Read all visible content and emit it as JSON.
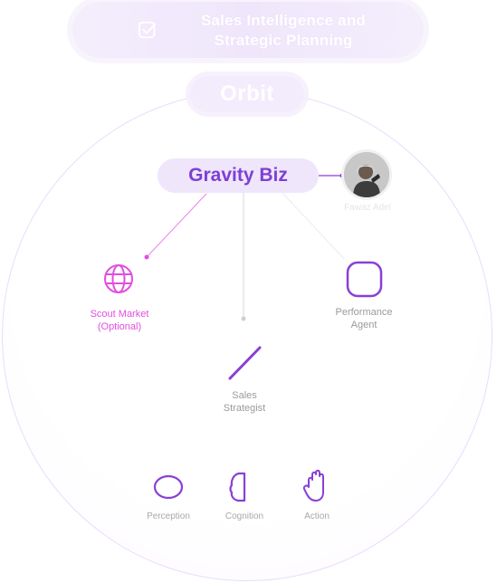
{
  "banner": {
    "title": "Sales Intelligence and Strategic Planning",
    "icon": "checkbox-icon"
  },
  "orbit": {
    "label": "Orbit"
  },
  "center": {
    "label": "Gravity Biz"
  },
  "assigned_person": {
    "name": "Fawaz Adel"
  },
  "nodes": {
    "scout": {
      "label_line1": "Scout Market",
      "label_line2": "(Optional)",
      "icon": "globe-icon",
      "color": "#e24ee0"
    },
    "performance": {
      "label_line1": "Performance",
      "label_line2": "Agent",
      "icon": "rounded-square-icon",
      "color": "#8a3fd6"
    },
    "sales": {
      "label_line1": "Sales",
      "label_line2": "Strategist",
      "icon": "slash-icon",
      "color": "#8a3fd6"
    }
  },
  "capabilities": [
    {
      "label": "Perception",
      "icon": "eye-icon"
    },
    {
      "label": "Cognition",
      "icon": "brain-icon"
    },
    {
      "label": "Action",
      "icon": "hand-icon"
    }
  ],
  "colors": {
    "accent": "#8a3fd6",
    "scout": "#e24ee0",
    "pill_bg": "#efe6fb"
  }
}
